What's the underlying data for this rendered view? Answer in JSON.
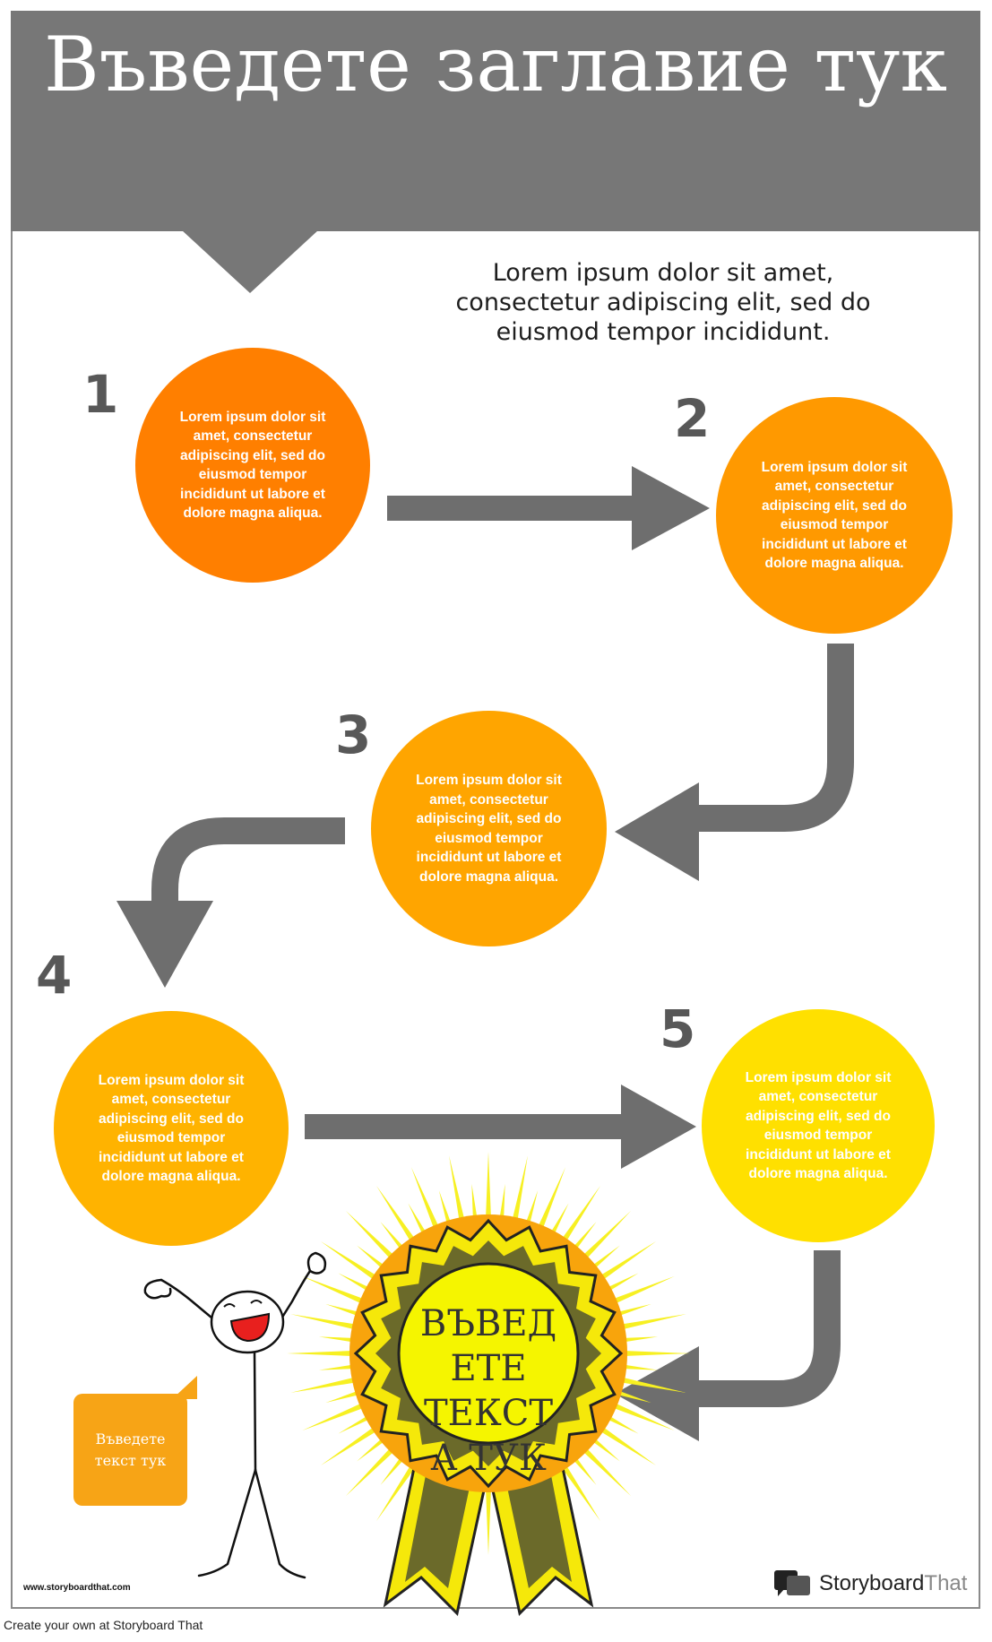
{
  "title": "Въведете заглавие тук",
  "intro": "Lorem ipsum dolor sit amet, consectetur adipiscing elit, sed do eiusmod tempor incididunt.",
  "steps": [
    {
      "number": "1",
      "text": "Lorem ipsum dolor sit amet, consectetur adipiscing elit, sed do eiusmod tempor incididunt ut labore et dolore magna aliqua.",
      "color": "#ff7f00"
    },
    {
      "number": "2",
      "text": "Lorem ipsum dolor sit amet, consectetur adipiscing elit, sed do eiusmod tempor incididunt ut labore et dolore magna aliqua.",
      "color": "#ff9900"
    },
    {
      "number": "3",
      "text": "Lorem ipsum dolor sit amet, consectetur adipiscing elit, sed do eiusmod tempor incididunt ut labore et dolore magna aliqua.",
      "color": "#ffa500"
    },
    {
      "number": "4",
      "text": "Lorem ipsum dolor sit amet, consectetur adipiscing elit, sed do eiusmod tempor incididunt ut labore et dolore magna aliqua.",
      "color": "#ffb300"
    },
    {
      "number": "5",
      "text": "Lorem ipsum dolor sit amet, consectetur adipiscing elit, sed do eiusmod tempor incididunt ut labore et dolore magna aliqua.",
      "color": "#ffe000"
    }
  ],
  "badge_text": "ВЪВЕД ЕТЕ ТЕКСТ А ТУК",
  "speech_bubble": "Въведете текст тук",
  "watermark_site": "www.storyboardthat.com",
  "logo": {
    "word1": "Storyboard",
    "word2": "That"
  },
  "footer": "Create your own at Storyboard That",
  "colors": {
    "title_band": "#777777",
    "arrow": "#6e6e6e",
    "number": "#585858",
    "bubble": "#f7a416"
  }
}
